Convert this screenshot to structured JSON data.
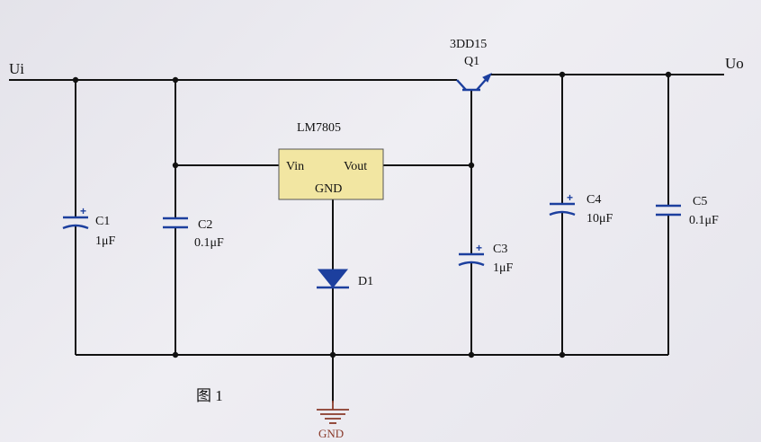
{
  "terminals": {
    "input": "Ui",
    "output": "Uo"
  },
  "transistor": {
    "part": "3DD15",
    "ref": "Q1"
  },
  "regulator": {
    "part": "LM7805",
    "pin_in": "Vin",
    "pin_out": "Vout",
    "pin_gnd": "GND"
  },
  "capacitors": [
    {
      "ref": "C1",
      "value": "1μF",
      "polarized": true
    },
    {
      "ref": "C2",
      "value": "0.1μF",
      "polarized": false
    },
    {
      "ref": "C3",
      "value": "1μF",
      "polarized": true
    },
    {
      "ref": "C4",
      "value": "10μF",
      "polarized": true
    },
    {
      "ref": "C5",
      "value": "0.1μF",
      "polarized": false
    }
  ],
  "diode": {
    "ref": "D1"
  },
  "ground": {
    "label": "GND"
  },
  "figure_caption": "图 1",
  "colors": {
    "component": "#1c3f9e",
    "ground": "#8a3a2a",
    "chip_fill": "#f2e6a2"
  }
}
